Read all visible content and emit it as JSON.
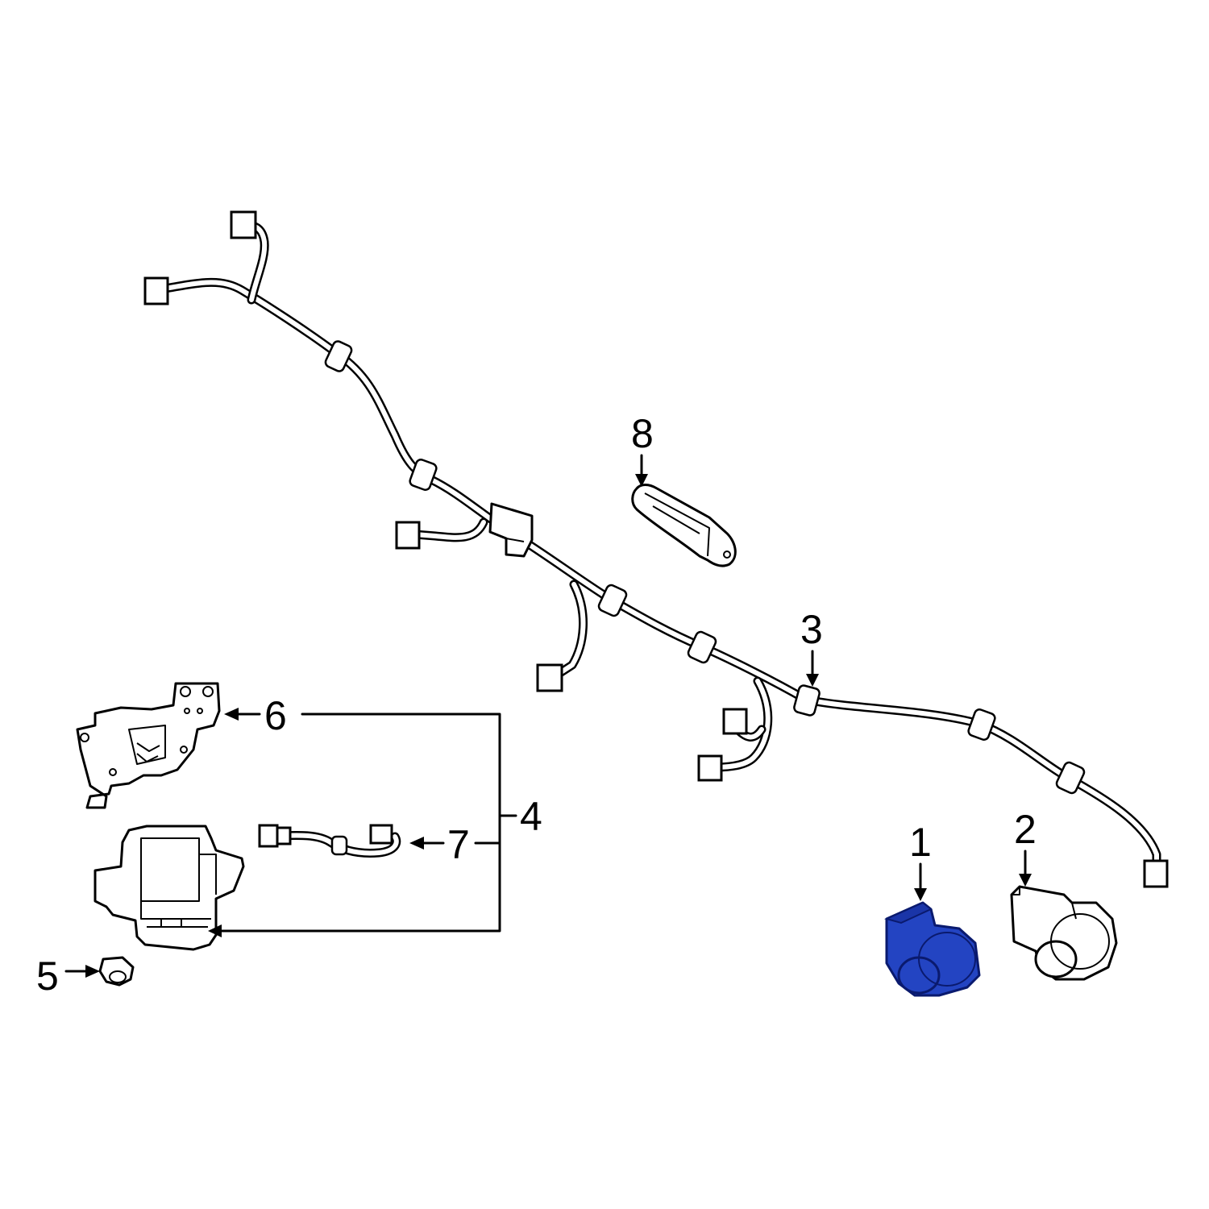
{
  "diagram": {
    "callouts": {
      "c1": "1",
      "c2": "2",
      "c3": "3",
      "c4": "4",
      "c5": "5",
      "c6": "6",
      "c7": "7",
      "c8": "8"
    },
    "highlight_color": "#2344c2",
    "line_color": "#000000",
    "background_color": "#ffffff"
  }
}
